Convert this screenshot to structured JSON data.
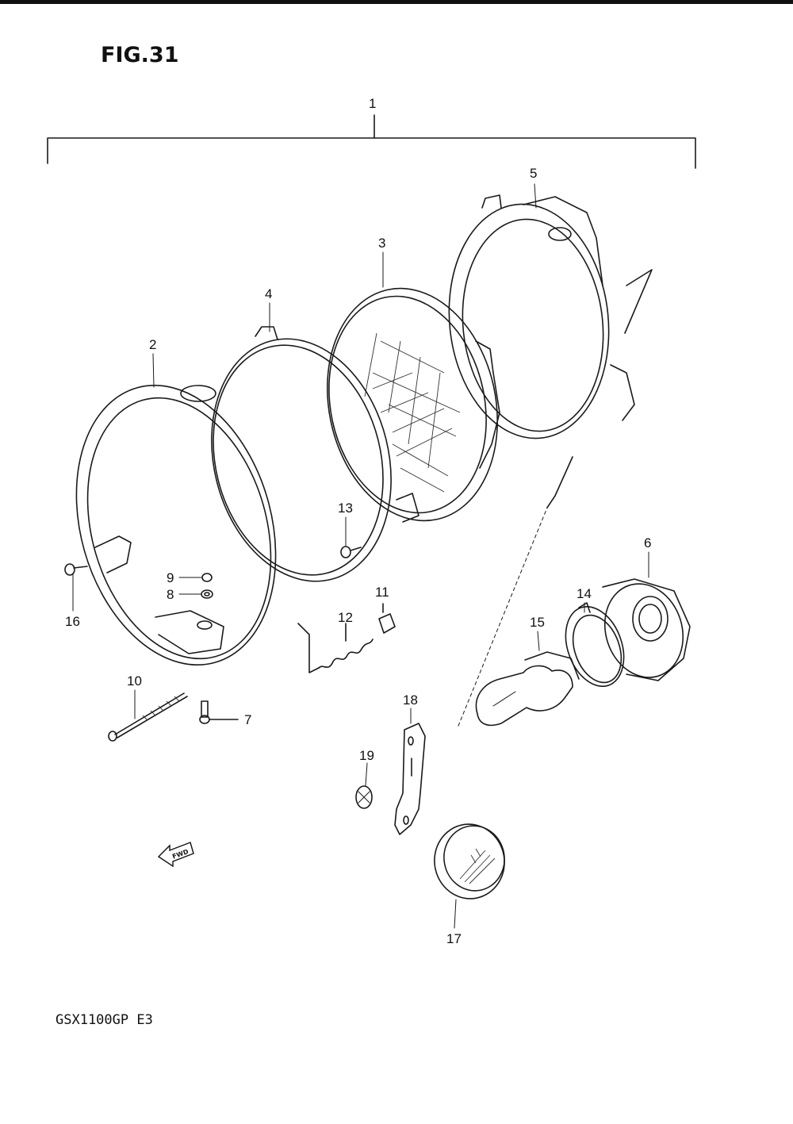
{
  "figure_title": "FIG.31",
  "model_code": "GSX1100GP E3",
  "fwd_text": "FWD",
  "part_labels": {
    "p1": "1",
    "p2": "2",
    "p3": "3",
    "p4": "4",
    "p5": "5",
    "p6": "6",
    "p7": "7",
    "p8": "8",
    "p9": "9",
    "p10": "10",
    "p11": "11",
    "p12": "12",
    "p13": "13",
    "p14": "14",
    "p15": "15",
    "p16": "16",
    "p17": "17",
    "p18": "18",
    "p19": "19"
  }
}
